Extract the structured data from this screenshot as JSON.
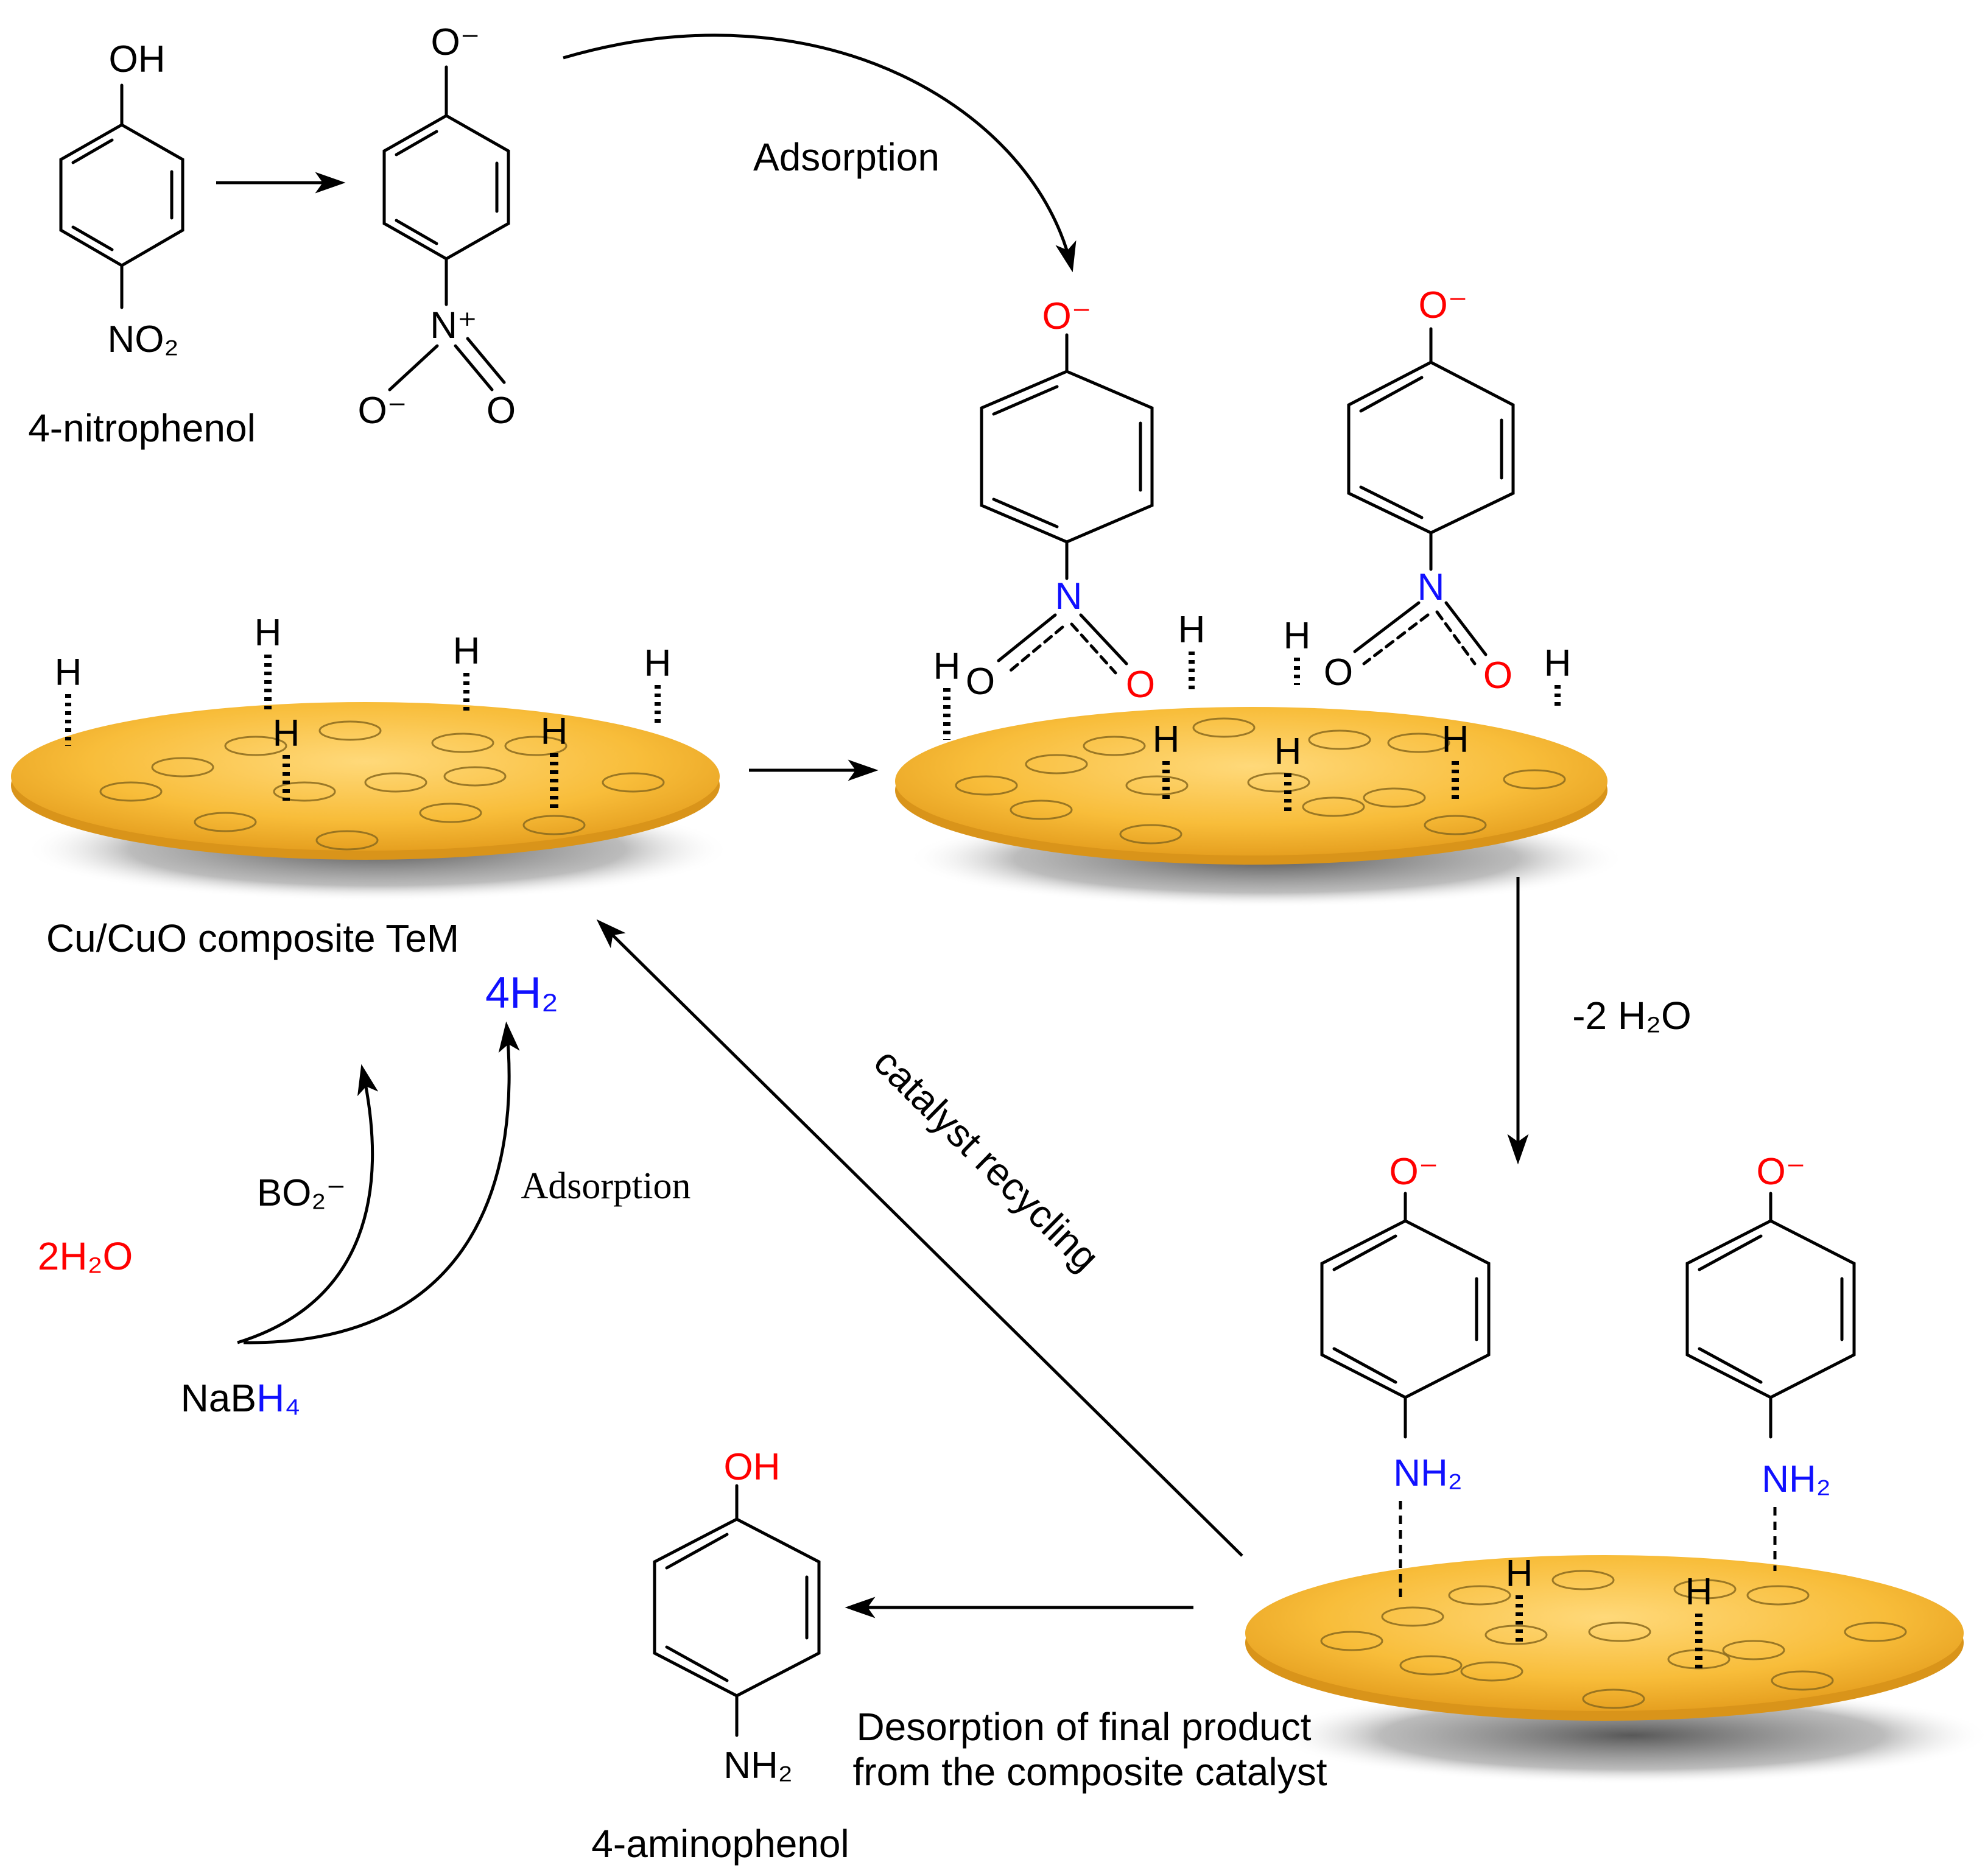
{
  "molecules": {
    "nitrophenol": {
      "top_label": "OH",
      "bottom_label": "NO₂",
      "name": "4-nitrophenol"
    },
    "nitrophenolate": {
      "o_minus": "O⁻",
      "n_plus": "N⁺",
      "o_left": "O⁻",
      "o_right": "O"
    },
    "adsorbed_left": {
      "o_minus": "O⁻",
      "n": "N",
      "o_left": "O",
      "o_right": "O"
    },
    "adsorbed_right": {
      "o_minus": "O⁻",
      "n": "N",
      "o_left": "O",
      "o_right": "O"
    },
    "amino_left": {
      "o_minus": "O⁻",
      "nh2": "NH₂"
    },
    "amino_right": {
      "o_minus": "O⁻",
      "nh2": "NH₂"
    },
    "aminophenol": {
      "top_label": "OH",
      "bottom_label": "NH₂",
      "name": "4-aminophenol"
    }
  },
  "labels": {
    "adsorption_top": "Adsorption",
    "catalyst_name": "Cu/CuO composite TeM",
    "h2_product": "4H₂",
    "bo2": "BO₂⁻",
    "adsorption_left": "Adsorption",
    "water_red": "2H₂O",
    "nabh4_prefix": "NaB",
    "nabh4_suffix": "H₄",
    "minus_water": "-2 H₂O",
    "catalyst_recycling": "catalyst recycling",
    "desorption_line1": "Desorption of final product",
    "desorption_line2": "from the composite catalyst",
    "hydrogen_symbol": "H"
  },
  "colors": {
    "oxygen": "#ff0000",
    "nitrogen": "#1010ff",
    "text": "#000000",
    "disc_top": "#ffd35c",
    "disc_mid": "#f7b830",
    "disc_edge": "#e39a18",
    "shadow": "#4a4a4a"
  }
}
